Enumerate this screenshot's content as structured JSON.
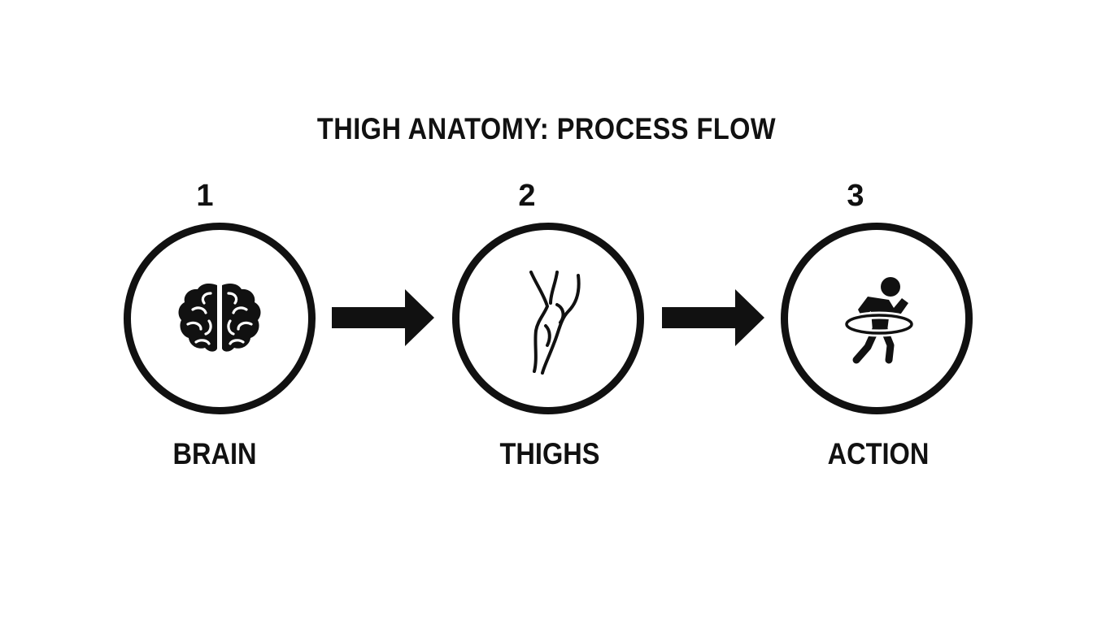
{
  "title": "THIGH ANATOMY: PROCESS FLOW",
  "steps": [
    {
      "number": "1",
      "label": "BRAIN",
      "icon": "brain-icon"
    },
    {
      "number": "2",
      "label": "THIGHS",
      "icon": "leg-icon"
    },
    {
      "number": "3",
      "label": "ACTION",
      "icon": "hula-hoop-figure-icon"
    }
  ],
  "colors": {
    "ink": "#111111",
    "background": "#ffffff"
  }
}
